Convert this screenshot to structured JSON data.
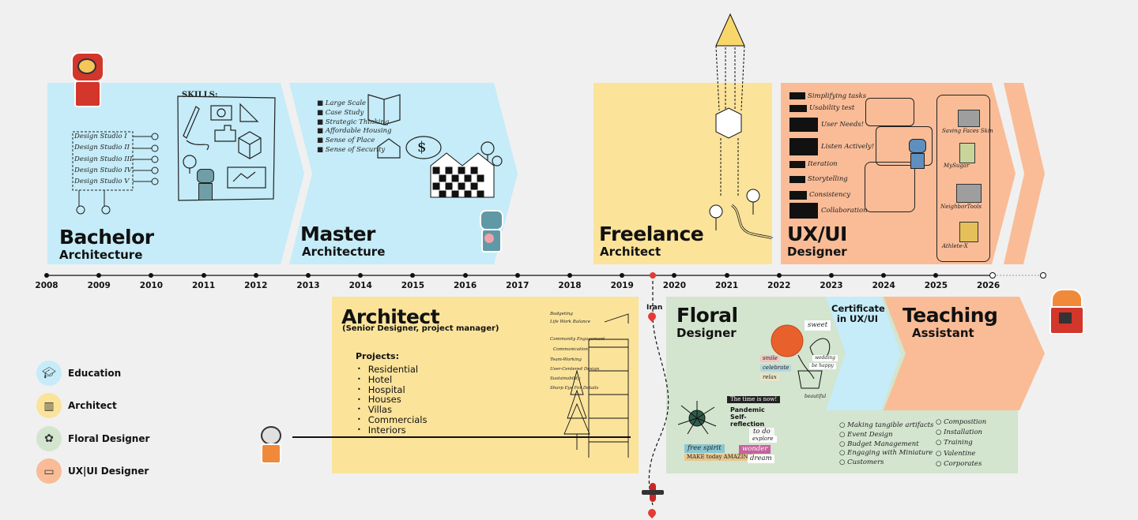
{
  "timeline": {
    "years": [
      "2008",
      "2009",
      "2010",
      "2011",
      "2012",
      "2013",
      "2014",
      "2015",
      "2016",
      "2017",
      "2018",
      "2019",
      "2020",
      "2021",
      "2022",
      "2023",
      "2024",
      "2025",
      "2026"
    ]
  },
  "colors": {
    "education": "#c5ecf8",
    "architect": "#fbe39a",
    "floral": "#d3e4cf",
    "uxui": "#f9bc97",
    "marker": "#e53935"
  },
  "cards": {
    "bachelor": {
      "title": "Bachelor",
      "subtitle": "Architecture",
      "skills_label": "SKILLS:",
      "studios": [
        "Design Studio I",
        "Design Studio II",
        "Design Studio III",
        "Design Studio IV",
        "Design Studio V"
      ]
    },
    "master": {
      "title": "Master",
      "subtitle": "Architecture",
      "topics": [
        "Large Scale",
        "Case Study",
        "Strategic Thinking",
        "Affordable Housing",
        "Sense of Place",
        "Sense of Security"
      ]
    },
    "freelance": {
      "title": "Freelance",
      "subtitle": "Architect"
    },
    "uxui": {
      "title": "UX/UI",
      "subtitle": "Designer",
      "steps": [
        "Simplifying tasks",
        "Usability test",
        "User Needs!",
        "Listen Actively!",
        "Iteration",
        "Storytelling",
        "Consistency",
        "Collaboration"
      ],
      "products": [
        "Saving Faces Skin",
        "MySugar",
        "NeighborTools",
        "Athlete-X"
      ]
    },
    "architect": {
      "title": "Architect",
      "subtitle": "(Senior Designer, project manager)",
      "projects_label": "Projects:",
      "projects": [
        "Residential",
        "Hotel",
        "Hospital",
        "Houses",
        "Villas",
        "Commercials",
        "Interiors"
      ],
      "sketch_notes": [
        "Budgeting",
        "Life Work Balance",
        "Community Engagement",
        "Communication",
        "Team-Working",
        "User-Centered Design",
        "Sustainability",
        "Sharp Eye For Details"
      ]
    },
    "floral": {
      "title": "Floral",
      "subtitle": "Designer",
      "left_list": [
        "Making tangible artifacts",
        "Event Design",
        "Budget Management",
        "Engaging with Miniature",
        "Customers"
      ],
      "right_list": [
        "Composition",
        "Installation",
        "Training",
        "Valentine",
        "Corporates"
      ],
      "tags": [
        "sweet",
        "smile",
        "celebrate",
        "relax",
        "be happy",
        "wedding",
        "The time is now!",
        "Pandemic Self-reflection",
        "free spirit",
        "to do",
        "explore",
        "wonder",
        "MAKE today AMAZING",
        "dream",
        "beautiful"
      ]
    },
    "certificate": {
      "title": "Certificate in UX/UI"
    },
    "teaching": {
      "title": "Teaching",
      "subtitle": "Assistant"
    }
  },
  "location": {
    "label": "Iran"
  },
  "legend": [
    {
      "label": "Education",
      "icon": "graduation-cap-icon",
      "color": "#c5ecf8"
    },
    {
      "label": "Architect",
      "icon": "architect-icon",
      "color": "#fbe39a"
    },
    {
      "label": "Floral Designer",
      "icon": "flower-icon",
      "color": "#d3e4cf"
    },
    {
      "label": "UX|UI Designer",
      "icon": "computer-icon",
      "color": "#f9bc97"
    }
  ]
}
